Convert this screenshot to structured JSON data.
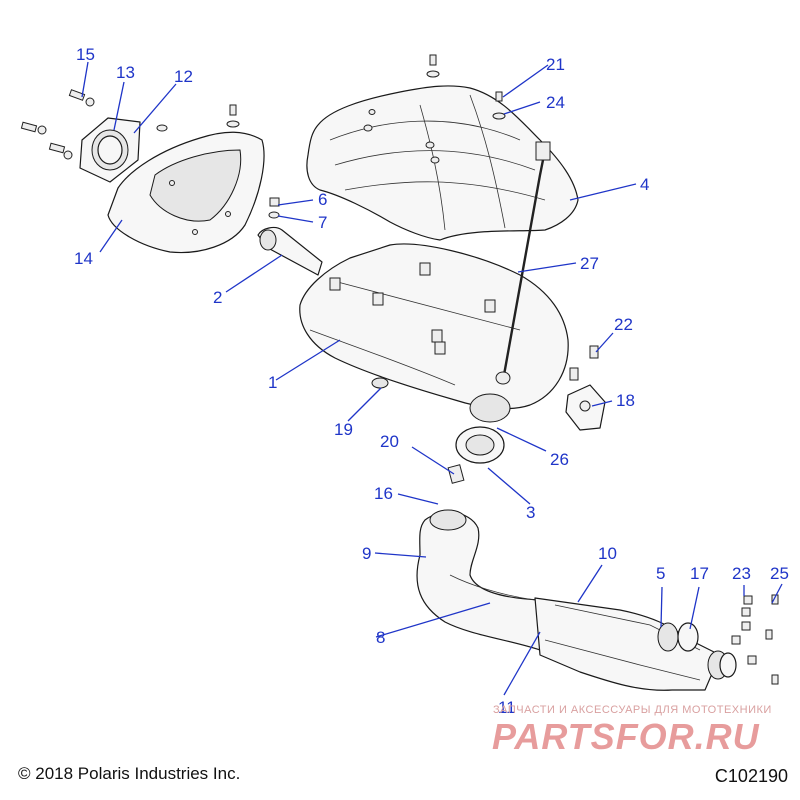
{
  "callouts": {
    "c1": "1",
    "c2": "2",
    "c3": "3",
    "c4": "4",
    "c5": "5",
    "c6": "6",
    "c7": "7",
    "c8": "8",
    "c9": "9",
    "c10": "10",
    "c11": "11",
    "c12": "12",
    "c13": "13",
    "c14": "14",
    "c15": "15",
    "c16": "16",
    "c17": "17",
    "c18": "18",
    "c19": "19",
    "c20": "20",
    "c21": "21",
    "c22": "22",
    "c23": "23",
    "c24": "24",
    "c25": "25",
    "c26": "26",
    "c27": "27"
  },
  "footer": {
    "copyright": "© 2018 Polaris Industries Inc.",
    "diagram_id": "C102190"
  },
  "watermark": {
    "tagline": "ЗАПЧАСТИ И АКСЕССУАРЫ ДЛЯ МОТОТЕХНИКИ",
    "logo": "PARTSFOR.RU"
  },
  "colors": {
    "callout": "#1f35c8",
    "line_art": "#1a1a1a",
    "watermark": "#e07c7c"
  }
}
